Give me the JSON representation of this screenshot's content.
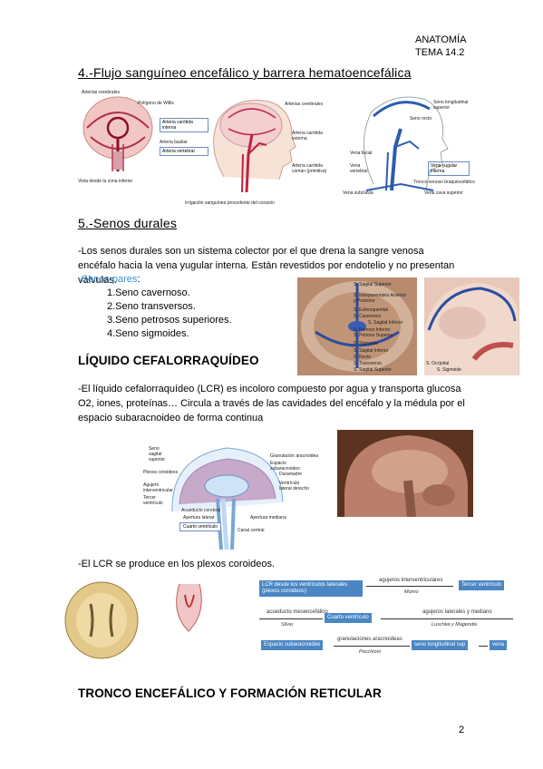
{
  "header": {
    "subject": "ANATOMÍA",
    "topic": "TEMA 14.2"
  },
  "section4": {
    "title": "4.-Flujo sanguíneo encefálico y barrera hematoencefálica",
    "fig_labels": {
      "arterias_cerebrales": "Arterias cerebrales",
      "poligono": "Polígono de Willis",
      "carotida_interna": "Arteria carótida interna",
      "basilar": "Arteria basilar",
      "vertebral": "Arteria vertebral",
      "vista": "Vista desde la zona inferior",
      "arterias_cerebrales2": "Arterias cerebrales",
      "carotida_externa": "Arteria carótida externa",
      "carotida_comun": "Arteria carótida común (primitiva)",
      "irrigacion": "Irrigación sanguínea procedente del corazón",
      "seno_longitudinal": "Seno longitudinal superior",
      "seno_recto": "Seno recto",
      "vena_facial": "Vena facial",
      "vena_vertebral": "Vena vertebral",
      "vena_yugular": "Vena yugular interna",
      "tronco_venoso": "Tronco venoso braquiocefálico",
      "vena_subclavia": "Vena subclavia",
      "vena_cava": "Vena cava superior"
    }
  },
  "section5": {
    "title": "5.-Senos durales",
    "para1": "-Los senos durales son un sistema colector por el que drena la sangre venosa encéfalo hacia la vena yugular interna. Están revestidos por endotelio y no presentan válvulas.",
    "pares_label": "-Senos pares",
    "pares_colon": ":",
    "list": [
      "1.Seno cavernoso.",
      "2.Seno transversos.",
      "3.Seno petrosos superiores.",
      "4.Seno sigmoides."
    ],
    "fig_labels": [
      "S. Sagital Superior",
      "S. Interparentales Anterior y Posterior",
      "S. Esfenoparietal",
      "S. Cavernoso",
      "S. Sagital Inferior",
      "S. Petroso Inferior",
      "S. Petroso Superior",
      "S. Sigmoide",
      "S. Sagital Inferior",
      "S. Recto",
      "S. Transverso",
      "S. Occipital",
      "S. Sagital Superior",
      "S. Sigmoide"
    ]
  },
  "lcr": {
    "title": "LÍQUIDO CEFALORRAQUÍDEO",
    "para1": "-El líquido cefalorraquídeo (LCR) es incoloro compuesto por agua y transporta glucosa O2, iones, proteínas… Circula a través de las cavidades del encéfalo y la médula por el espacio subaracnoideo de forma continua",
    "fig_labels": {
      "seno_sagital": "Seno sagital superior",
      "plexos": "Plexos coroideos",
      "agujero": "Agujero interventricular",
      "tercer": "Tercer ventrículo",
      "acueducto": "Acueducto cerebral",
      "apertura_lateral": "Apertura lateral",
      "cuarto": "Cuarto ventrículo",
      "granulacion": "Granulación aracnoidea",
      "espacio": "Espacio subaracnoideo",
      "duramadre": "Duramadre",
      "ventriculo_lateral": "Ventrículo lateral derecho",
      "apertura_mediana": "Apertura mediana",
      "canal": "Canal central"
    },
    "para2": "-El LCR se produce en los plexos coroideos.",
    "flow": {
      "box1": "LCR desde los ventrículos laterales (plexos coroideos)",
      "via1": "agujeros interventriculares",
      "via1_name": "Monro",
      "box2": "Tercer ventrículo",
      "via2": "acueducto mesencefálico",
      "via2_name": "Silvio",
      "box3": "Cuarto ventrículo",
      "via3": "agujeros laterales y mediano",
      "via3_name": "Luschka y Magendie",
      "box4": "Espacio subaracnoideo",
      "via4": "granulaciones aracnoideas",
      "via4_name": "Pacchioni",
      "box5": "seno longitudinal sup",
      "box6": "vena"
    }
  },
  "tronco": {
    "title": "TRONCO ENCEFÁLICO Y FORMACIÓN RETICULAR"
  },
  "page_number": "2"
}
